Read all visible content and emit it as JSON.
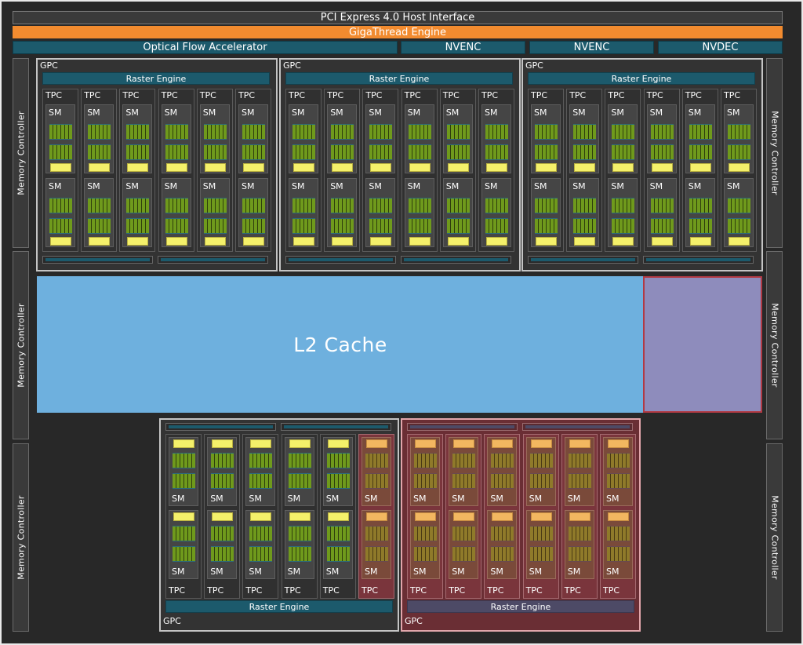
{
  "host_interface": "PCI Express 4.0 Host Interface",
  "gigathread": "GigaThread Engine",
  "ofa": "Optical Flow Accelerator",
  "nvenc": [
    "NVENC",
    "NVENC"
  ],
  "nvdec": "NVDEC",
  "memory_controller": "Memory Controller",
  "l2_cache": "L2 Cache",
  "labels": {
    "gpc": "GPC",
    "tpc": "TPC",
    "sm": "SM",
    "raster_engine": "Raster Engine"
  },
  "gpcs": [
    {
      "row": "top",
      "tpcs": 6,
      "disabled_tpcs": 0
    },
    {
      "row": "top",
      "tpcs": 6,
      "disabled_tpcs": 0
    },
    {
      "row": "top",
      "tpcs": 6,
      "disabled_tpcs": 0
    },
    {
      "row": "bottom",
      "tpcs": 6,
      "disabled_tpcs": 1,
      "disabled": false
    },
    {
      "row": "bottom",
      "tpcs": 6,
      "disabled_tpcs": 6,
      "disabled": true
    }
  ],
  "colors": {
    "gigathread": "#f28b2f",
    "engine_teal": "#1c5a6c",
    "l2_cache": "#6eb0de",
    "disabled_overlay": "#6a2e34",
    "rt_core": "#f4f06a",
    "cuda_cores": "#6f9a1c"
  }
}
